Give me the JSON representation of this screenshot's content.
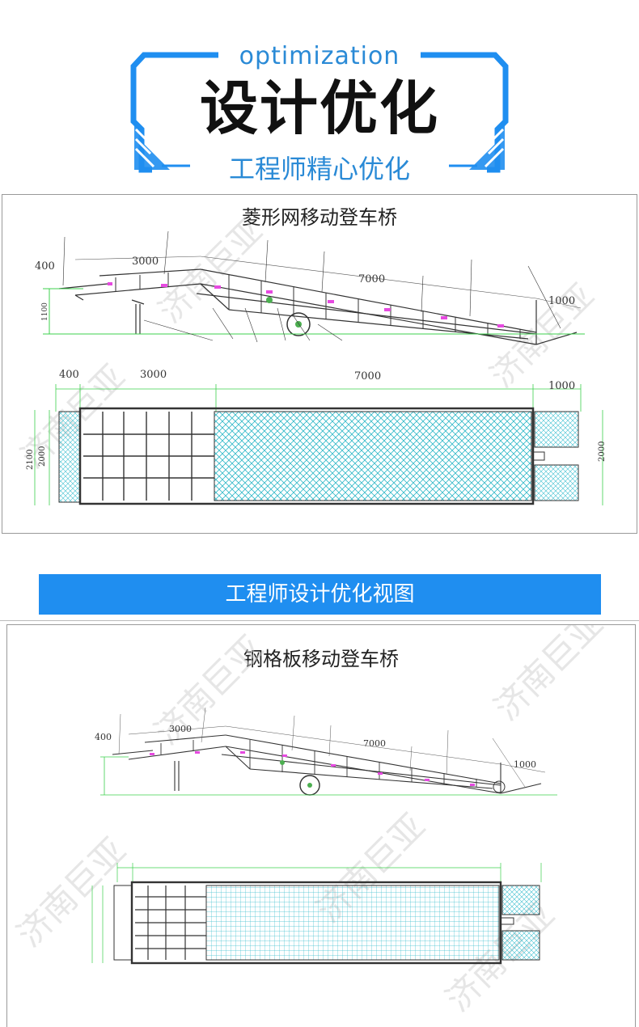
{
  "header": {
    "subtitle_en": "optimization",
    "title": "设计优化",
    "subtitle_cn": "工程师精心优化",
    "accent_color": "#2a8ad6"
  },
  "drawing1": {
    "title": "菱形网移动登车桥",
    "dims": {
      "d400": "400",
      "d3000": "3000",
      "d7000": "7000",
      "d1000": "1000",
      "d1100": "1100",
      "d2100": "2100",
      "d2000": "2000"
    },
    "watermark": "济南巨亚"
  },
  "banner": {
    "text": "工程师设计优化视图",
    "color": "#1f8ef0"
  },
  "drawing2": {
    "title": "钢格板移动登车桥",
    "dims": {
      "d400": "400",
      "d3000": "3000",
      "d7000": "7000",
      "d1000": "1000"
    },
    "watermark": "济南巨亚"
  }
}
